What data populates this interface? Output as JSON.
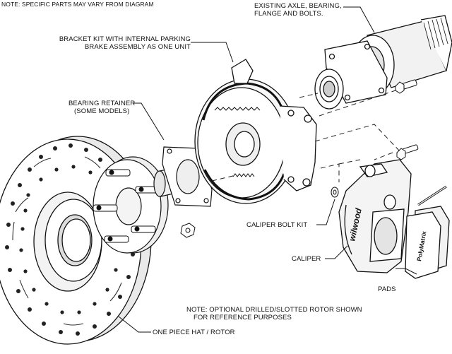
{
  "header_note": "NOTE: SPECIFIC PARTS MAY VARY FROM DIAGRAM",
  "callouts": {
    "axle": [
      "EXISTING AXLE, BEARING,",
      "FLANGE AND BOLTS."
    ],
    "bracket_kit": [
      "BRACKET KIT WITH INTERNAL PARKING",
      "BRAKE ASSEMBLY AS ONE UNIT"
    ],
    "bearing_retainer": [
      "BEARING RETAINER",
      "(SOME MODELS)"
    ],
    "caliper_bolt_kit": "CALIPER BOLT KIT",
    "caliper": "CALIPER",
    "pads": "PADS",
    "rotor": "ONE PIECE HAT / ROTOR"
  },
  "footer_note": [
    "NOTE: OPTIONAL DRILLED/SLOTTED ROTOR SHOWN",
    "FOR REFERENCE PURPOSES"
  ],
  "caliper_brand": "wilwood",
  "pad_brand": "PolyMatrix"
}
